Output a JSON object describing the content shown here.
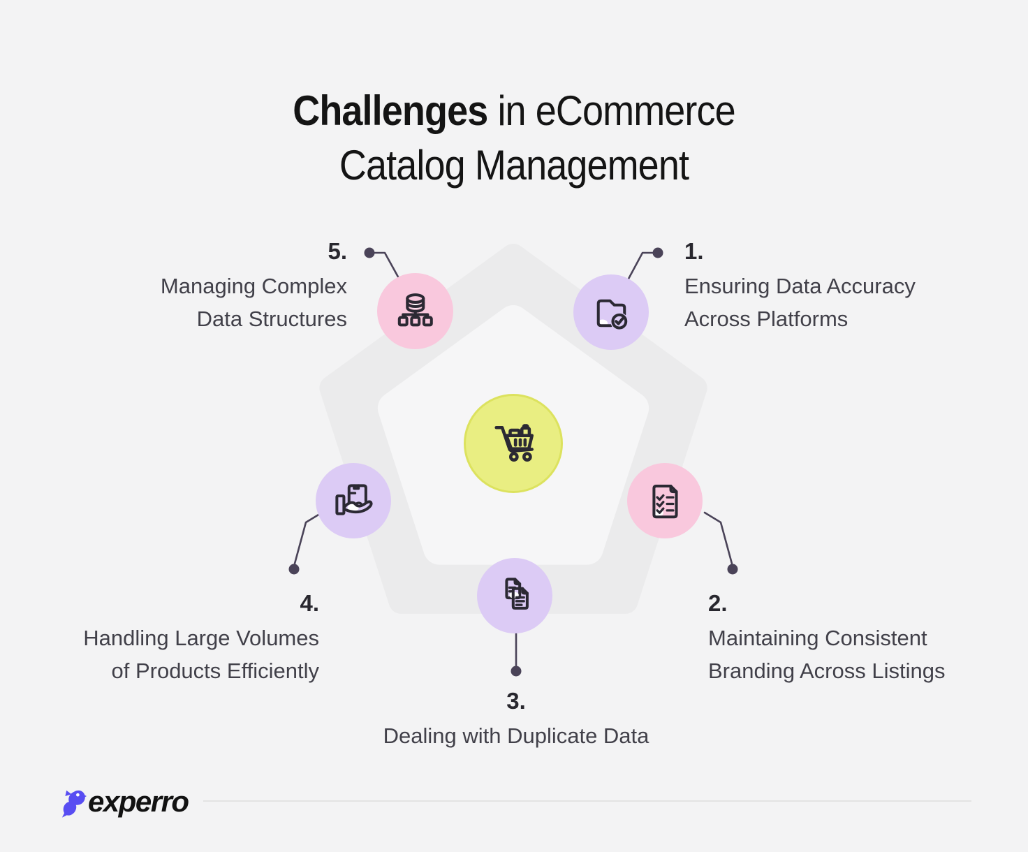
{
  "title": {
    "bold_part": "Challenges",
    "regular_part": " in eCommerce",
    "line2": "Catalog Management"
  },
  "items": [
    {
      "number": "1.",
      "lines": [
        "Ensuring Data Accuracy",
        "Across Platforms"
      ],
      "icon": "folder-check-icon",
      "circle_color": "#dccbf5"
    },
    {
      "number": "2.",
      "lines": [
        "Maintaining Consistent",
        "Branding Across Listings"
      ],
      "icon": "checklist-document-icon",
      "circle_color": "#f9c8dd"
    },
    {
      "number": "3.",
      "lines": [
        "Dealing with Duplicate Data"
      ],
      "icon": "duplicate-documents-icon",
      "circle_color": "#dccbf5"
    },
    {
      "number": "4.",
      "lines": [
        "Handling Large Volumes",
        "of Products Efficiently"
      ],
      "icon": "hand-holding-box-icon",
      "circle_color": "#dccbf5"
    },
    {
      "number": "5.",
      "lines": [
        "Managing Complex",
        "Data Structures"
      ],
      "icon": "database-structure-icon",
      "circle_color": "#f9c8dd"
    }
  ],
  "center": {
    "icon": "shopping-cart-icon",
    "circle_color": "#e9ee82",
    "circle_border_color": "#dce25e"
  },
  "colors": {
    "background": "#f3f3f4",
    "pentagon_ring": "#ebebec",
    "pentagon_inner": "#f6f6f7",
    "connector": "#4a4358",
    "purple_circle": "#dccbf5",
    "pink_circle": "#f9c8dd",
    "number_text": "#28272e",
    "label_text": "#414049",
    "logo_accent": "#584df2"
  },
  "logo": {
    "word": "experro",
    "icon": "experro-bird-icon"
  }
}
